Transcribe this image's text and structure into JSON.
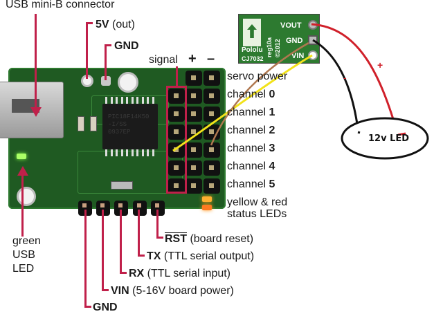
{
  "diagram": {
    "title": "Pololu Micro Maestro pinout with voltage regulator and 12v LED",
    "top_labels": {
      "usb_connector": "USB mini-B connector",
      "five_v": {
        "bold": "5V",
        "rest": " (out)"
      },
      "gnd_top": {
        "bold": "GND",
        "rest": ""
      },
      "signal": "signal",
      "plus": "+",
      "minus": "–"
    },
    "right_labels": {
      "servo_power": "servo power",
      "channels": [
        {
          "prefix": "channel ",
          "num": "0"
        },
        {
          "prefix": "channel ",
          "num": "1"
        },
        {
          "prefix": "channel ",
          "num": "2"
        },
        {
          "prefix": "channel ",
          "num": "3"
        },
        {
          "prefix": "channel ",
          "num": "4"
        },
        {
          "prefix": "channel ",
          "num": "5"
        }
      ],
      "status_leds_line1": "yellow & red",
      "status_leds_line2": "status LEDs"
    },
    "left_labels": {
      "green_led_line1": "green",
      "green_led_line2": "USB",
      "green_led_line3": "LED"
    },
    "bottom_labels": [
      {
        "bold": "RST",
        "rest": " (board reset)",
        "overline": true
      },
      {
        "bold": "TX",
        "rest": " (TTL serial output)",
        "overline": false
      },
      {
        "bold": "RX",
        "rest": " (TTL serial input)",
        "overline": false
      },
      {
        "bold": "VIN",
        "rest": " (5-16V board power)",
        "overline": false
      },
      {
        "bold": "GND",
        "rest": "",
        "overline": false
      }
    ],
    "chip_marking": [
      "PIC18F14K50",
      "-I/SS",
      "0937EP"
    ],
    "regulator": {
      "brand": "Pololu",
      "code": "CJ7032",
      "model": "reg10a",
      "year": "©2012",
      "pins": [
        "VOUT",
        "GND",
        "VIN"
      ]
    },
    "load": {
      "label": "12v LED",
      "plus_mark": "+",
      "minus_mark": "-"
    },
    "colors": {
      "pointer": "#c0204a",
      "board": "#1f5a22",
      "wire_red": "#d0202a",
      "wire_black": "#111111",
      "wire_yellow": "#f2e21a",
      "wire_brown": "#b07850"
    }
  }
}
